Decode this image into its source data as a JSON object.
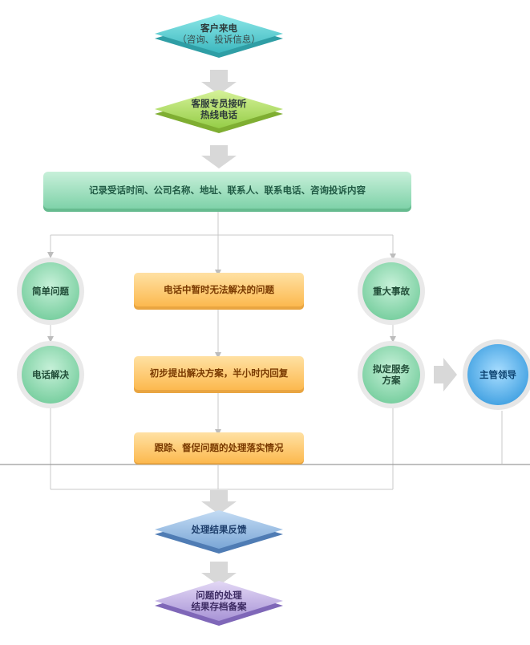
{
  "nodes": {
    "incoming_call": {
      "title": "客户来电",
      "subtitle": "（咨询、投诉信息）"
    },
    "hotline": {
      "line1": "客服专员接听",
      "line2": "热线电话"
    },
    "record": {
      "label": "记录受话时间、公司名称、地址、联系人、联系电话、咨询投诉内容"
    },
    "simple_issue": {
      "label": "简单问题"
    },
    "phone_solve": {
      "label": "电话解决"
    },
    "unresolved": {
      "label": "电话中暂时无法解决的问题"
    },
    "initial_plan": {
      "label": "初步提出解决方案，半小时内回复"
    },
    "follow_up": {
      "label": "跟踪、督促问题的处理落实情况"
    },
    "major_incident": {
      "label": "重大事故"
    },
    "service_plan": {
      "line1": "拟定服务",
      "line2": "方案"
    },
    "supervisor": {
      "label": "主管领导"
    },
    "feedback": {
      "label": "处理结果反馈"
    },
    "archive": {
      "line1": "问题的处理",
      "line2": "结果存档备案"
    }
  },
  "colors": {
    "teal": "#3fbcc0",
    "green_diamond": "#a9d85e",
    "green_bar": "#8ed9b4",
    "orange": "#fdc36a",
    "circle_green": "#8fd8b0",
    "circle_blue": "#64b6ec",
    "blue_diamond": "#8cb2dd",
    "purple": "#b9a6dc",
    "connector": "#c4c4c4",
    "arrow": "#dcdcdc"
  }
}
